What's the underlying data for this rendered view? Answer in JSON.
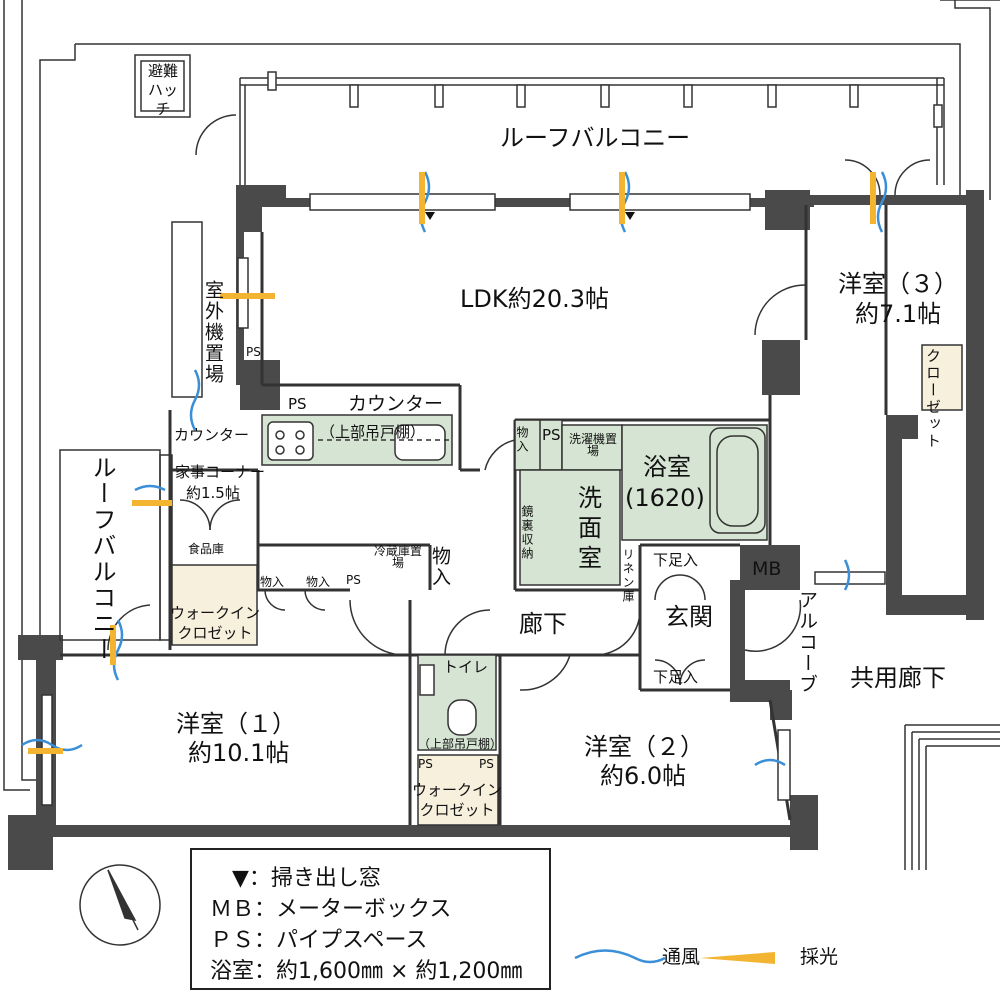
{
  "rooms": {
    "roof_balcony_top": "ルーフバルコニー",
    "ldk": "LDK約20.3帖",
    "western3_name": "洋室（３）",
    "western3_size": "約7.1帖",
    "closet3": "クローゼット",
    "outdoor_unit": "室外機置場",
    "ps": "PS",
    "counter_top": "カウンター",
    "counter_left": "カウンター",
    "upper_cabinet": "（上部吊戸棚）",
    "housework_name": "家事コーナー",
    "housework_size": "約1.5帖",
    "pantry": "食品庫",
    "roof_balcony_left": "ルーフバルコニー",
    "storage": "物入",
    "washer": "洗濯機置場",
    "washroom": "洗面室",
    "mirror_storage": "鏡裏収納",
    "linen": "リネン庫",
    "bathroom_name": "浴室",
    "bathroom_size": "(1620)",
    "fridge": "冷蔵庫置場",
    "mb": "MB",
    "alcove": "アルコーブ",
    "shoe_box": "下足入",
    "entrance": "玄関",
    "hallway": "廊下",
    "common_corridor": "共用廊下",
    "walkin": "ウォークインクロゼット",
    "toilet": "トイレ",
    "toilet_upper": "（上部吊戸棚）",
    "western1_name": "洋室（１）",
    "western1_size": "約10.1帖",
    "western2_name": "洋室（２）",
    "western2_size": "約6.0帖",
    "evac_hatch": "避難ハッチ"
  },
  "legend": {
    "sweep_window": "▼：掃き出し窓",
    "mb": "ＭＢ：メーターボックス",
    "ps": "ＰＳ：パイプスペース",
    "bath": "浴室：約1,600㎜ × 約1,200㎜",
    "ventilation": "通風",
    "daylight": "採光"
  },
  "colors": {
    "wall": "#4a4a4a",
    "wet_area": "#d6e5d3",
    "closet": "#f7f0dd",
    "wind": "#3a8fd8",
    "light": "#f2b431"
  },
  "icons": {
    "compass": "north-compass-icon",
    "wind": "ventilation-wave-icon",
    "light": "daylight-bar-icon"
  }
}
